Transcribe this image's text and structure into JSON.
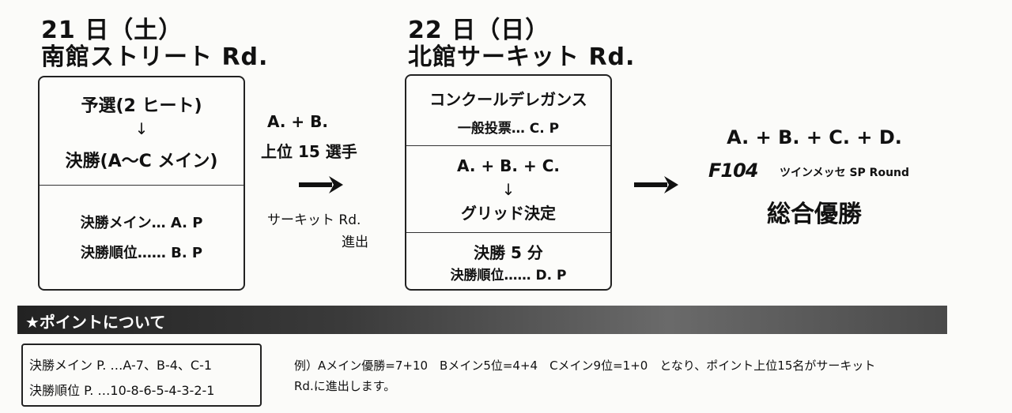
{
  "day1": {
    "title_line1": "21 日（土）",
    "title_line2": "南館ストリート Rd.",
    "qualify": "予選(2 ヒート)",
    "down_arrow": "↓",
    "final": "決勝(A〜C メイン)",
    "point_a": "決勝メイン… A. P",
    "point_b": "決勝順位…… B. P"
  },
  "middle": {
    "line1": "A. + B.",
    "line2": "上位 15 選手",
    "line3": "サーキット Rd.",
    "line4": "進出"
  },
  "day2": {
    "title_line1": "22 日（日）",
    "title_line2": "北館サーキット Rd.",
    "concours": "コンクールデレガンス",
    "vote": "一般投票… C. P",
    "sum": "A. + B. + C.",
    "down_arrow": "↓",
    "grid": "グリッド決定",
    "final5": "決勝 5 分",
    "point_d": "決勝順位…… D. P"
  },
  "right": {
    "total": "A. + B. + C. + D.",
    "logo": "F104",
    "event": "ツインメッセ SP Round",
    "winner": "総合優勝"
  },
  "banner": {
    "label": "★ポイントについて"
  },
  "points": {
    "main": "決勝メイン P. …A-7、B-4、C-1",
    "rank": "決勝順位 P. …10-8-6-5-4-3-2-1"
  },
  "example": {
    "line1": "例）Aメイン優勝=7+10　Bメイン5位=4+4　Cメイン9位=1+0　となり、ポイント上位15名がサーキット",
    "line2": "Rd.に進出します。"
  }
}
